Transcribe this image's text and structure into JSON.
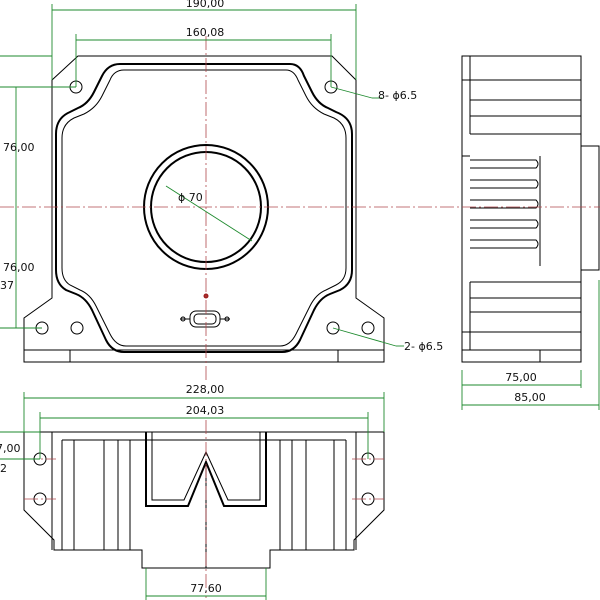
{
  "dimensions": {
    "top_overall_width": "190,00",
    "top_inner_width": "160,08",
    "left_upper_height": "76,00",
    "left_lower_height": "76,00",
    "left_partial": "37",
    "bore_diameter": "ϕ 70",
    "hole_note_top": "8- ϕ6.5",
    "hole_note_bottom": "2- ϕ6.5",
    "side_width_1": "75,00",
    "side_width_2": "85,00",
    "bottom_overall_width": "228,00",
    "bottom_inner_width": "204,03",
    "bottom_left_small": "7,00",
    "bottom_left_small_2": "2",
    "bottom_window_width": "77,60"
  },
  "colors": {
    "geometry": "#000000",
    "dimension": "#1e8a2e",
    "centerline": "#b0484c"
  }
}
